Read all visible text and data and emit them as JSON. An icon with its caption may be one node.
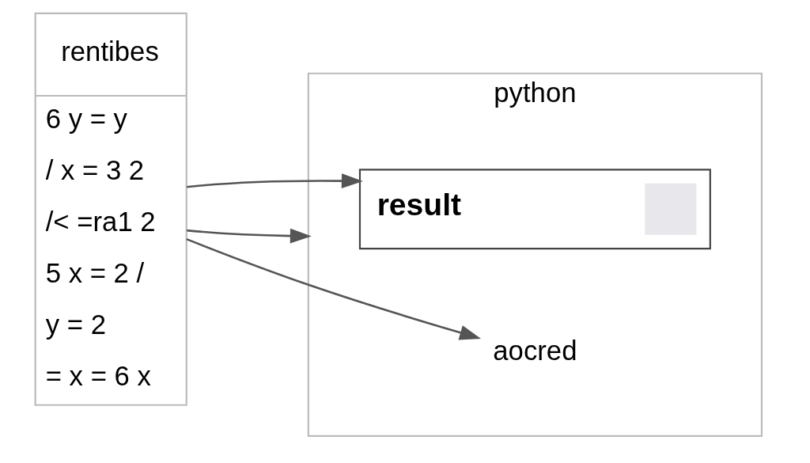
{
  "diagram": {
    "nodes": [
      {
        "text": [
          "rentibes",
          "6 y = y",
          "/ x = 3 2",
          "/< =ra1 2",
          "5 x = 2 /",
          "y = 2",
          "= x = 6 x"
        ]
      },
      {
        "text": [
          "python"
        ]
      },
      {
        "text": [
          "result"
        ],
        "in": 1
      },
      {
        "text": [
          "aocred"
        ],
        "in": 1
      }
    ],
    "edges": [
      {
        "from": 0,
        "to": 1,
        "arrow": "to"
      },
      {
        "from": 0,
        "to": 2,
        "arrow": "to"
      },
      {
        "from": 0,
        "to": 3,
        "arrow": "to"
      }
    ]
  }
}
